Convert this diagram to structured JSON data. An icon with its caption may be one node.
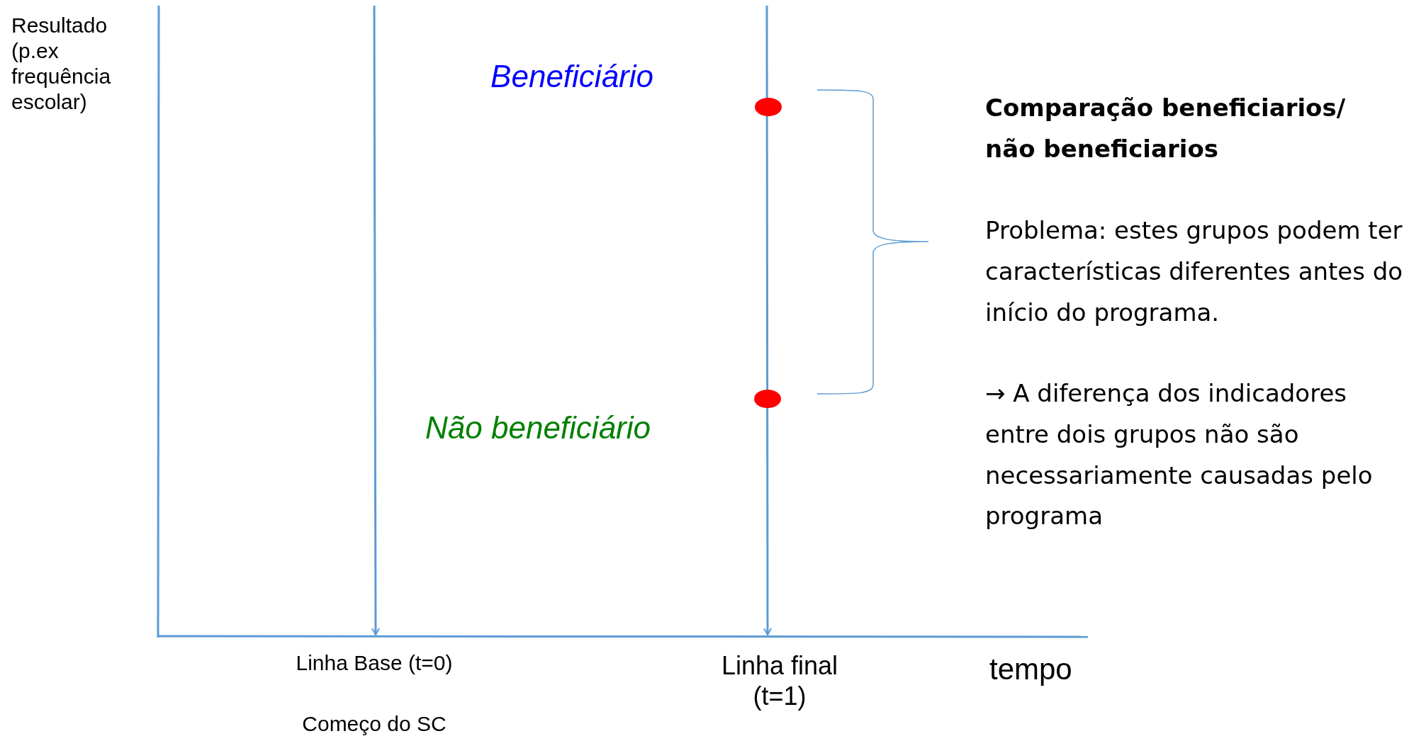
{
  "diagram": {
    "labels": [
      "Resultado (p.ex frequência escolar)",
      "Beneficiário",
      "Comparação beneficiarios/ não beneficiarios",
      "Problema: estes grupos podem ter características diferentes antes do início do programa.",
      "→ A diferença dos indicadores entre dois grupos não são necessariamente causadas pelo programa",
      "Não beneficiário",
      "Linha Base (t=0)",
      "Linha final (t=1)",
      "tempo",
      "Começo do SC"
    ]
  }
}
